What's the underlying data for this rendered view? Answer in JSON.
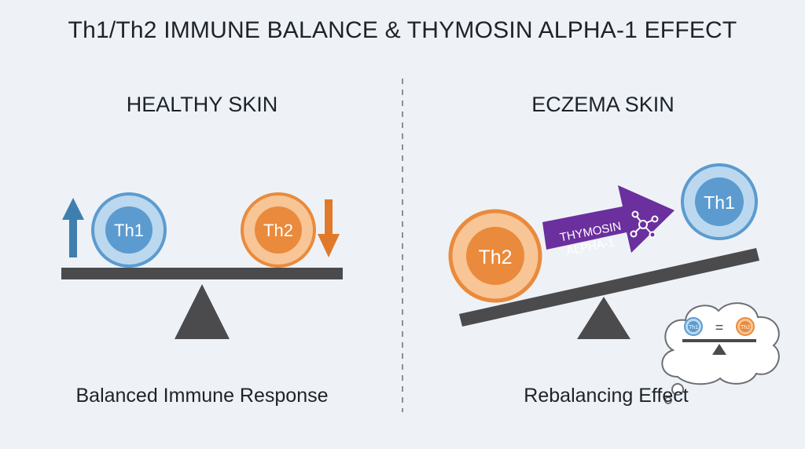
{
  "title": "Th1/Th2 IMMUNE BALANCE & THYMOSIN ALPHA-1 EFFECT",
  "left_panel": {
    "heading": "HEALTHY SKIN",
    "th1_label": "Th1",
    "th2_label": "Th2",
    "caption": "Balanced Immune Response"
  },
  "right_panel": {
    "heading": "ECZEMA SKIN",
    "th2_label": "Th2",
    "th1_label": "Th1",
    "arrow_line1": "THYMOSIN",
    "arrow_line2": "ALPHA-1",
    "caption": "Rebalancing Effect",
    "thought_bubble": {
      "left_label": "Th1",
      "equals": "=",
      "right_label": "Th2"
    }
  },
  "colors": {
    "background": "#eef2f6",
    "th1_blue": "#5b9bd0",
    "th1_light": "#bcd8ee",
    "th2_orange": "#ea8a3c",
    "th2_light": "#f8c596",
    "thymosin_purple": "#6b2f9e",
    "beam_gray": "#4b4b4d",
    "arrow_blue": "#3f7fb0",
    "arrow_orange": "#e07a2a"
  },
  "icons": [
    "up-arrow-icon",
    "down-arrow-icon",
    "molecule-icon",
    "thought-bubble-icon",
    "fulcrum-icon"
  ]
}
